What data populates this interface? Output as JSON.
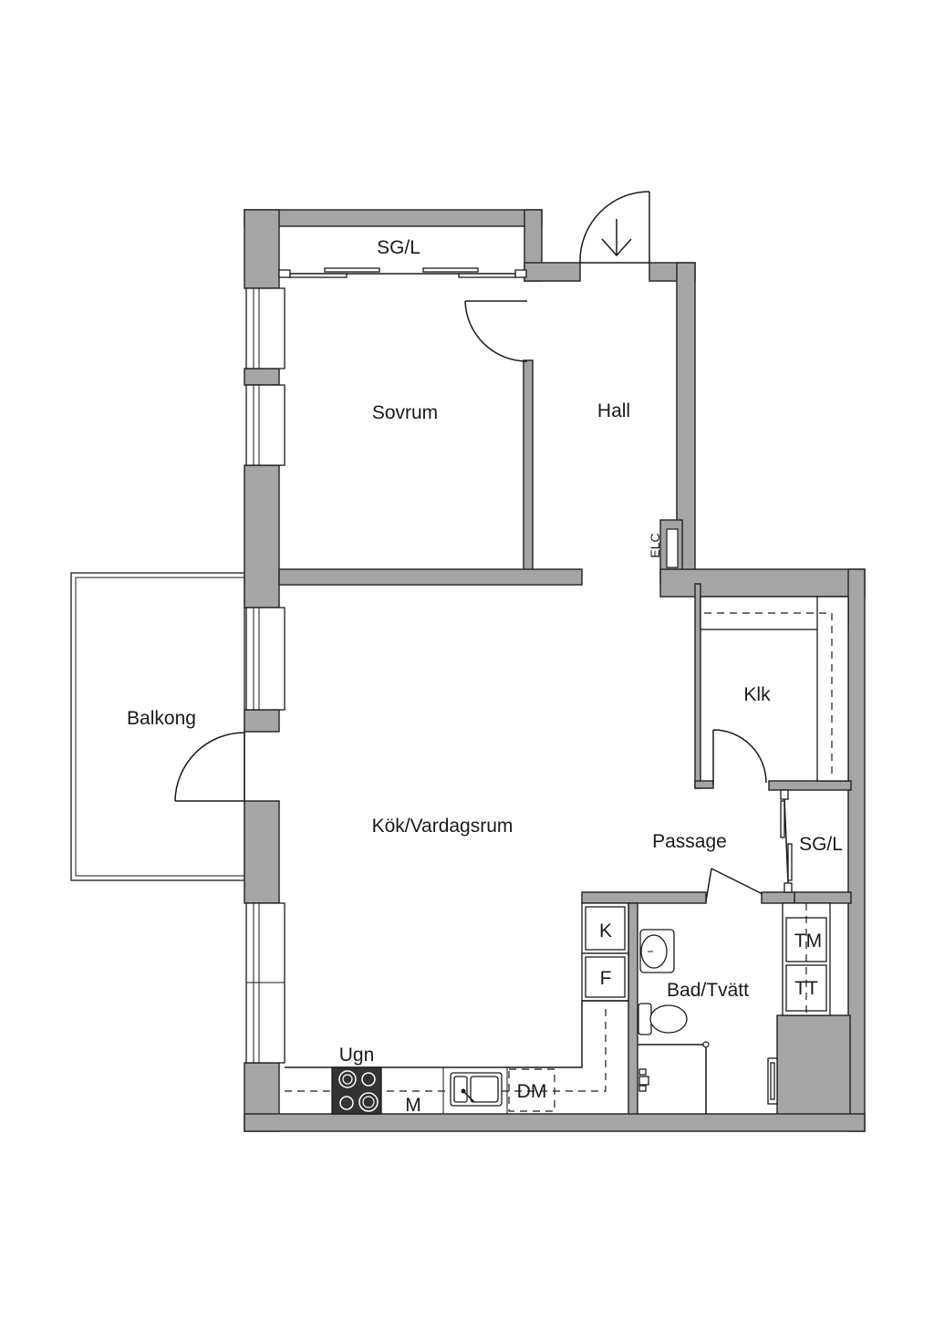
{
  "rooms": {
    "sg_l_top": "SG/L",
    "sovrum": "Sovrum",
    "hall": "Hall",
    "elc": "ELC",
    "balkong": "Balkong",
    "klk": "Klk",
    "kok_vardagsrum": "Kök/Vardagsrum",
    "passage": "Passage",
    "sg_l_right": "SG/L",
    "bad_tvatt": "Bad/Tvätt"
  },
  "fixtures": {
    "k": "K",
    "f": "F",
    "tm": "TM",
    "tt": "TT",
    "ugn": "Ugn",
    "m": "M",
    "dm": "DM"
  }
}
